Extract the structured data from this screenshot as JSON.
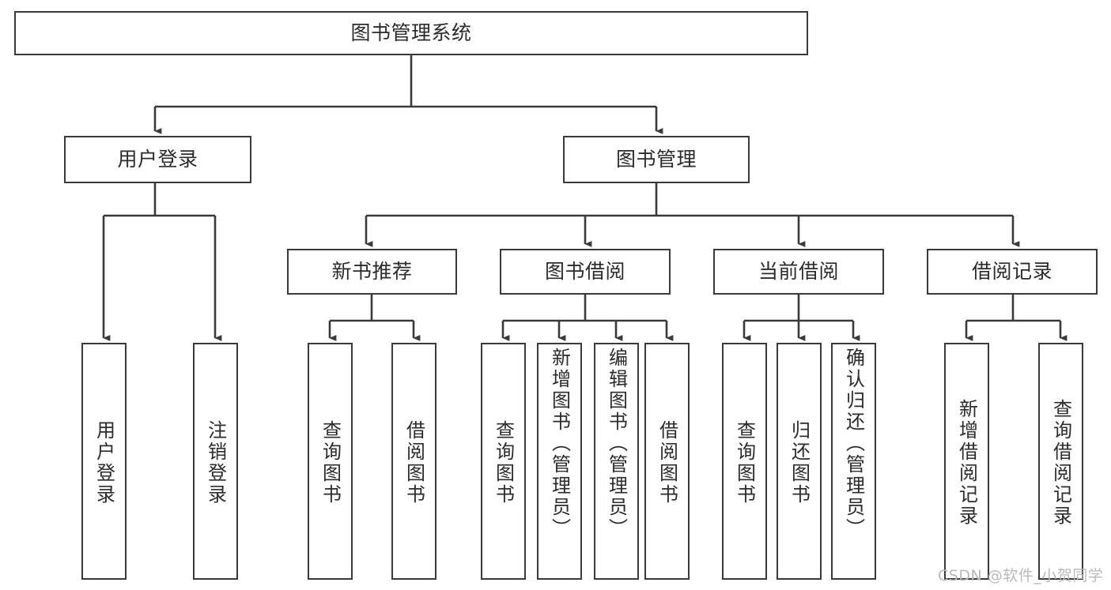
{
  "diagram": {
    "title": "图书管理系统",
    "type": "tree-hierarchy",
    "watermark": "CSDN @软件_小贺同学",
    "colors": {
      "border": "#3a3a3a",
      "background": "#ffffff",
      "text": "#2b2b2b",
      "edge": "#3a3a3a",
      "watermark": "#b9b9b9"
    },
    "nodes": {
      "root": {
        "label": "图书管理系统"
      },
      "level2": [
        {
          "label": "用户登录"
        },
        {
          "label": "图书管理"
        }
      ],
      "level3": [
        {
          "label": "新书推荐"
        },
        {
          "label": "图书借阅"
        },
        {
          "label": "当前借阅"
        },
        {
          "label": "借阅记录"
        }
      ],
      "leaves": {
        "user_login": [
          {
            "label": "用户登录"
          },
          {
            "label": "注销登录"
          }
        ],
        "new_book_recommend": [
          {
            "label": "查询图书"
          },
          {
            "label": "借阅图书"
          }
        ],
        "book_borrow": [
          {
            "label": "查询图书"
          },
          {
            "label": "新增图书（管理员）"
          },
          {
            "label": "编辑图书（管理员）"
          },
          {
            "label": "借阅图书"
          }
        ],
        "current_borrow": [
          {
            "label": "查询图书"
          },
          {
            "label": "归还图书"
          },
          {
            "label": "确认归还（管理员）"
          }
        ],
        "borrow_record": [
          {
            "label": "新增借阅记录"
          },
          {
            "label": "查询借阅记录"
          }
        ]
      }
    }
  }
}
